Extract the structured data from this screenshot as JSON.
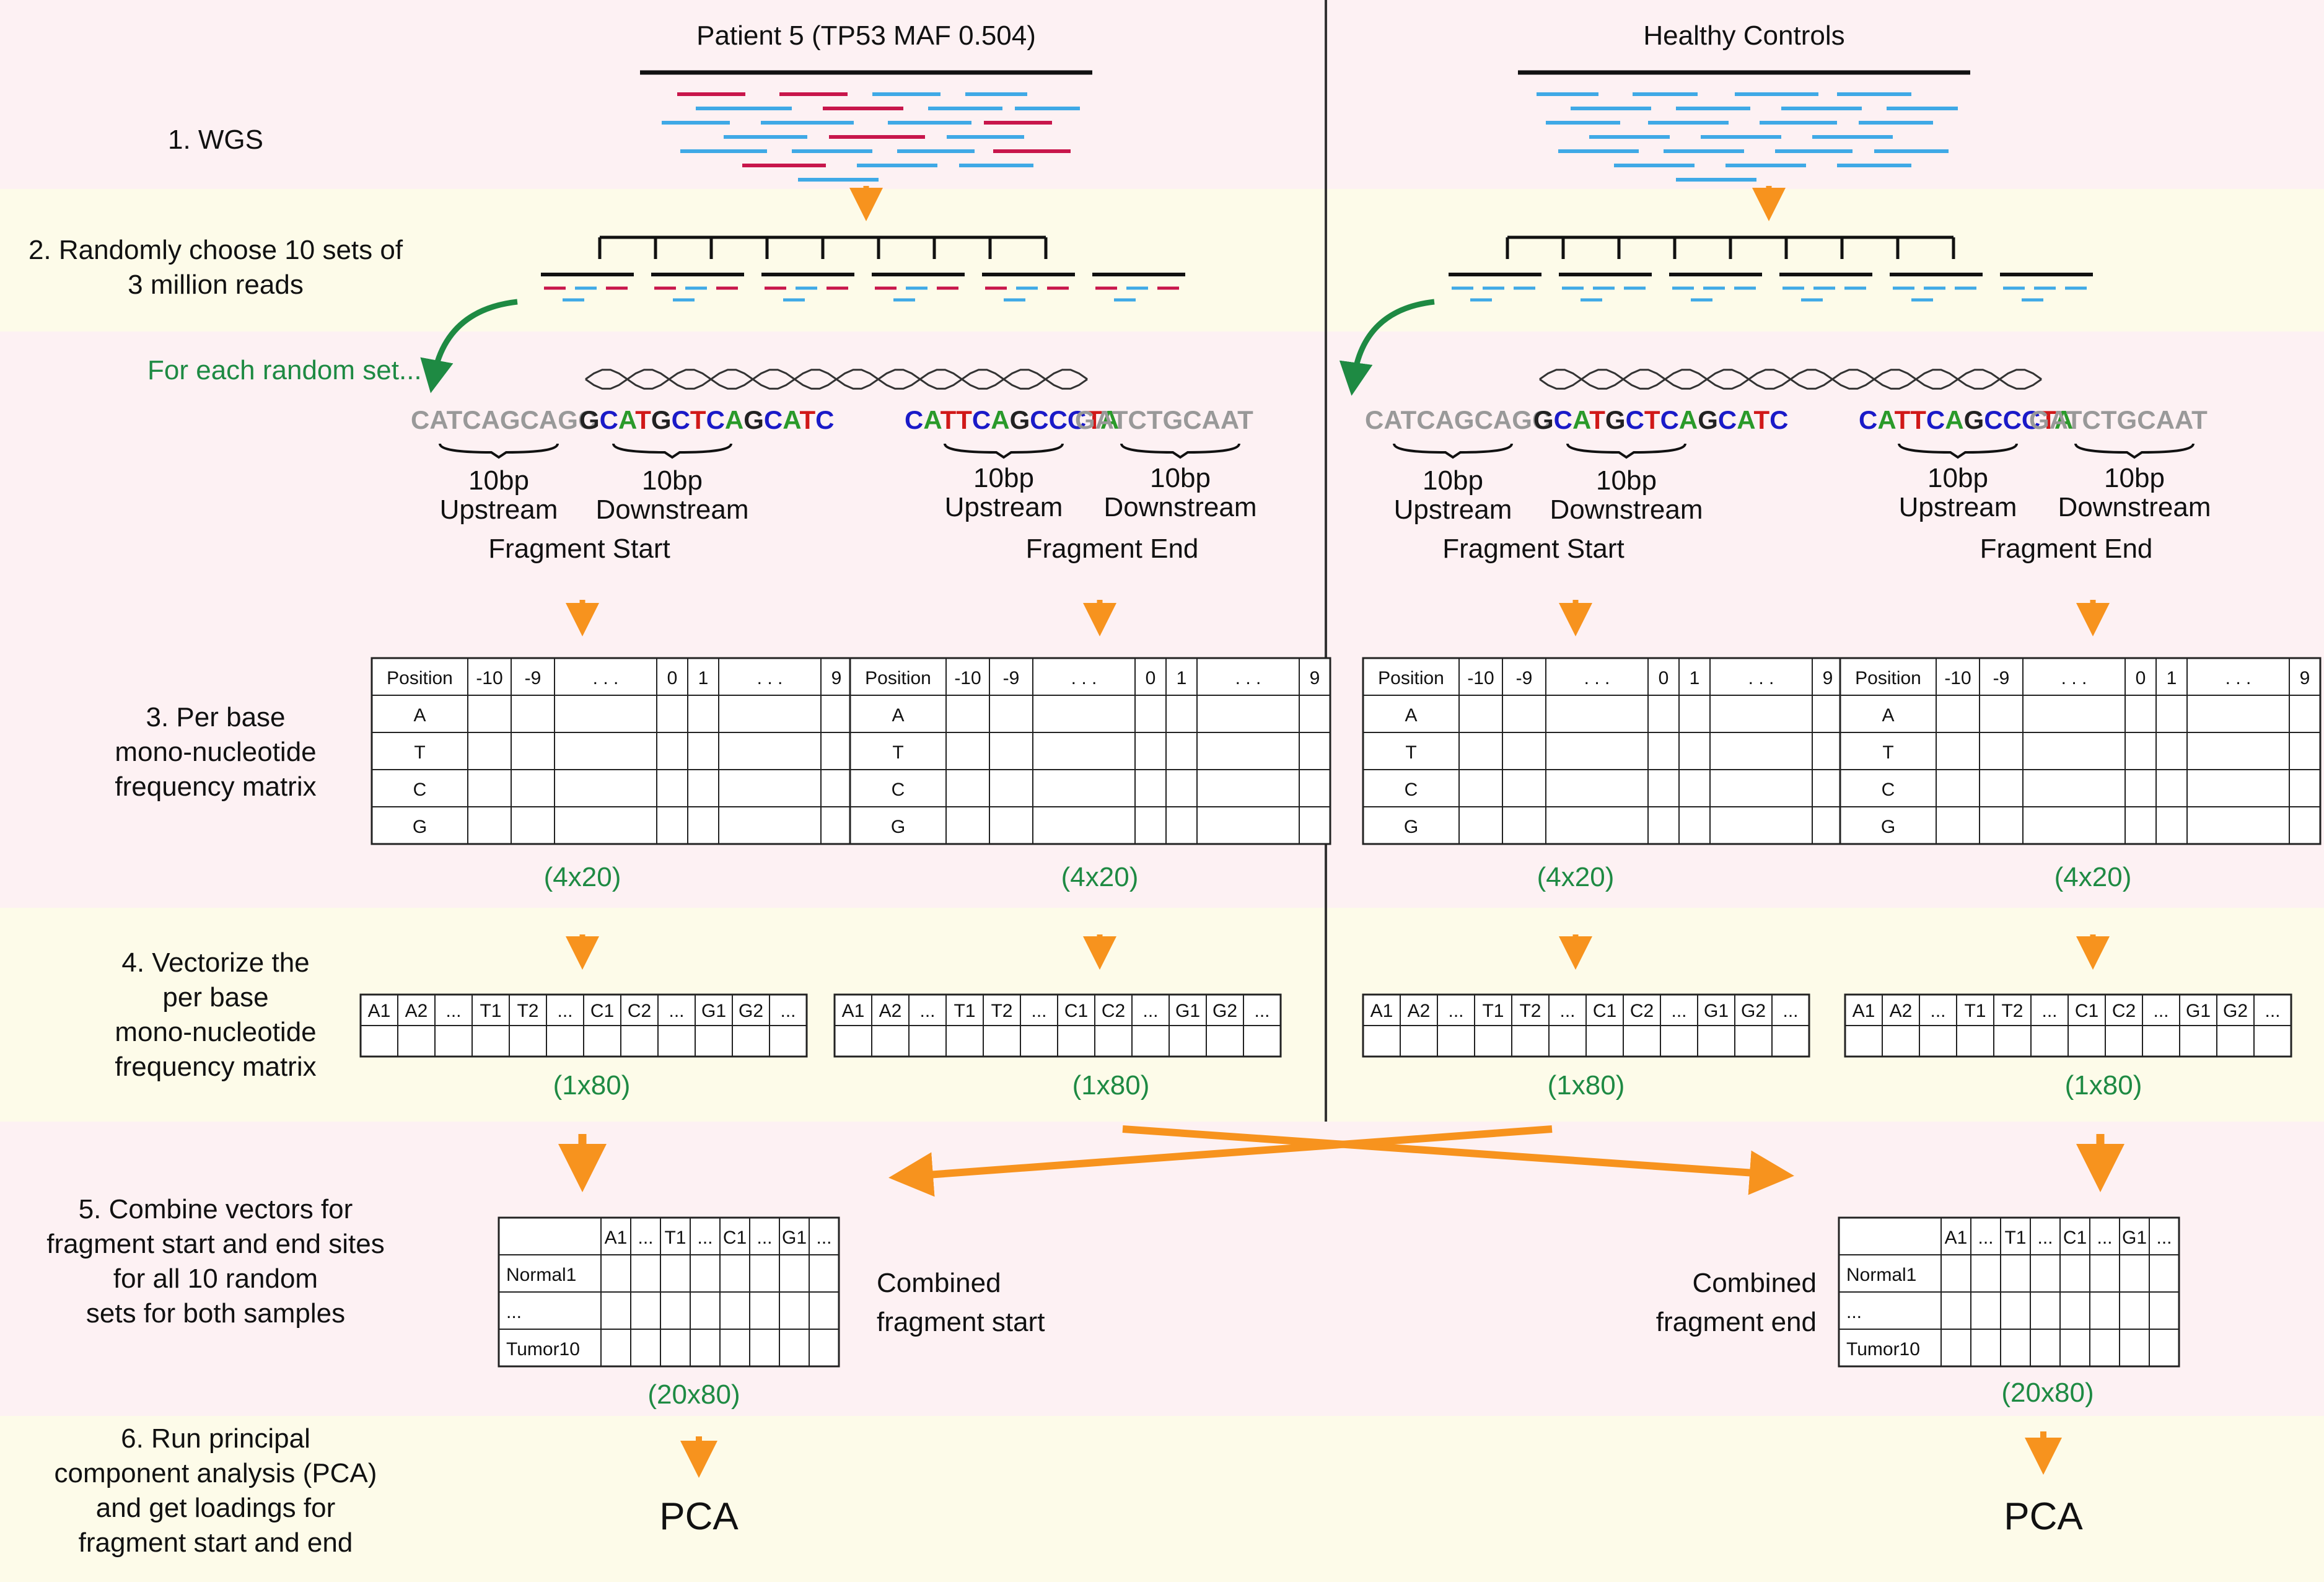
{
  "colors": {
    "pink_band": "#fdf1f3",
    "yellow_band": "#fdfbe9",
    "arrow_orange": "#f7931e",
    "read_red": "#c8164b",
    "read_blue": "#3fa9e6",
    "green": "#1e8a43",
    "base_gray": "#999999",
    "base_green": "#2a9a2a",
    "base_blue": "#1a1ac8",
    "base_red": "#d01818"
  },
  "headers": {
    "patient": "Patient 5 (TP53 MAF 0.504)",
    "control": "Healthy Controls"
  },
  "steps": {
    "s1": [
      "1. WGS"
    ],
    "s2": [
      "2. Randomly choose 10 sets of",
      "3 million reads"
    ],
    "s3": [
      "3. Per base",
      "mono-nucleotide",
      "frequency matrix"
    ],
    "s4": [
      "4. Vectorize the",
      "per base",
      "mono-nucleotide",
      "frequency matrix"
    ],
    "s5": [
      "5. Combine vectors for",
      "fragment start and end sites",
      "for  all 10 random",
      "sets for both samples"
    ],
    "s6": [
      "6. Run principal",
      "component analysis (PCA)",
      "and get loadings for",
      "fragment start and end"
    ]
  },
  "for_each": "For each random set...",
  "sequences": {
    "start_up": "CATCAGCAGC",
    "start_down": "GCATGCTCAGCATC",
    "end_up": "CATTCAGCCCTA",
    "end_down": "GATCTGCAAT"
  },
  "labels": {
    "bp10": "10bp",
    "upstream": "Upstream",
    "downstream": "Downstream",
    "fragment_start": "Fragment Start",
    "fragment_end": "Fragment End",
    "dim_4x20": "(4x20)",
    "dim_1x80": "(1x80)",
    "dim_20x80": "(20x80)",
    "combined_start": [
      "Combined",
      "fragment start"
    ],
    "combined_end": [
      "Combined",
      "fragment end"
    ],
    "pca": "PCA"
  },
  "matrix": {
    "header": [
      "Position",
      "-10",
      "-9",
      ". . .",
      "0",
      "1",
      ". . .",
      "9"
    ],
    "rows": [
      "A",
      "T",
      "C",
      "G"
    ]
  },
  "vector": {
    "header": [
      "A1",
      "A2",
      "...",
      "T1",
      "T2",
      "...",
      "C1",
      "C2",
      "...",
      "G1",
      "G2",
      "..."
    ]
  },
  "combined": {
    "header": [
      "A1",
      "...",
      "T1",
      "...",
      "C1",
      "...",
      "G1",
      "..."
    ],
    "rows": [
      "Normal1",
      "...",
      "Tumor10"
    ]
  }
}
